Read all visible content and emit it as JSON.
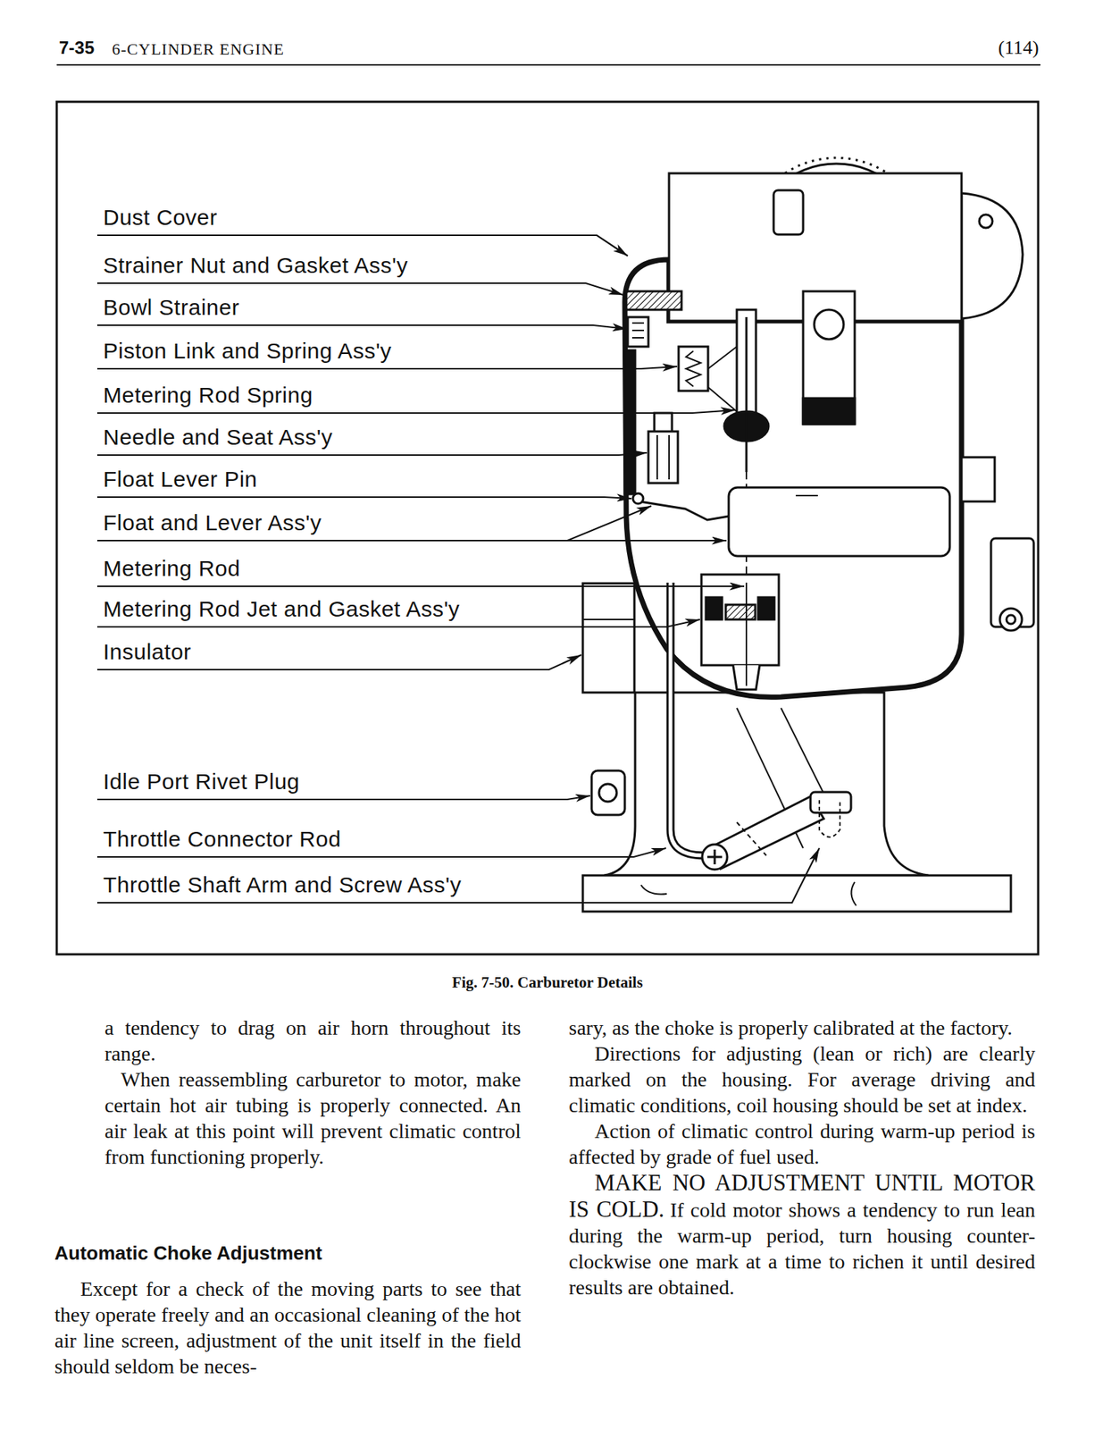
{
  "diagram": {
    "title": "6-CYLINDER ENGINE",
    "caption": "Fig. 7-50. Carburetor Details",
    "labels": [
      "7-35",
      "(114)",
      "Dust Cover",
      "Strainer Nut and Gasket Ass'y",
      "Bowl Strainer",
      "Piston Link and Spring Ass'y",
      "Metering Rod Spring",
      "Needle and Seat Ass'y",
      "Float Lever Pin",
      "Float and Lever Ass'y",
      "Metering Rod",
      "Metering Rod Jet and Gasket Ass'y",
      "Insulator",
      "Idle Port Rivet Plug",
      "Throttle Connector Rod",
      "Throttle Shaft Arm and Screw Ass'y",
      "a tendency to drag on air horn throughout its range.",
      "When reassembling carburetor to motor, make certain hot air tubing is properly connected. An air leak at this point will prevent climatic control from functioning properly.",
      "Automatic Choke Adjustment",
      "Except for a check of the moving parts to see that they operate freely and an occasional cleaning of the hot air line screen, adjustment of the unit itself in the field should seldom be neces-",
      "sary, as the choke is properly calibrated at the factory.",
      "Directions for adjusting (lean or rich) are clearly marked on the housing. For average driving and climatic conditions, coil housing should be set at index.",
      "Action of climatic control during warm-up period is affected by grade of fuel used.",
      "MAKE NO ADJUSTMENT UNTIL MOTOR IS COLD.",
      "If cold motor shows a tendency to run lean during the warm-up period, turn housing counter-clockwise one mark at a time to richen it until desired results are obtained."
    ]
  }
}
